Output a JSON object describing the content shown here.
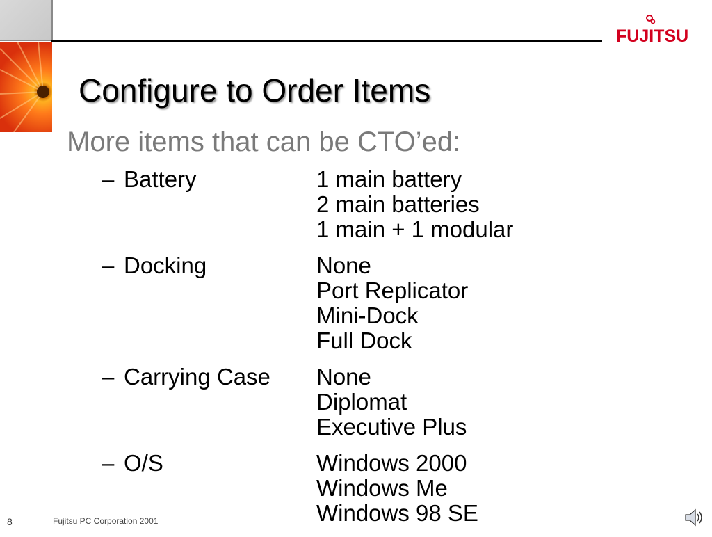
{
  "logo": {
    "text": "FUJITSU",
    "color": "#d2001e"
  },
  "slide": {
    "title": "Configure to Order Items",
    "subtitle": "More items that can be CTO’ed:",
    "items": [
      {
        "label": "Battery",
        "options": [
          "1 main battery",
          "2 main batteries",
          "1 main + 1 modular"
        ]
      },
      {
        "label": "Docking",
        "options": [
          "None",
          "Port Replicator",
          "Mini-Dock",
          "Full Dock"
        ]
      },
      {
        "label": "Carrying Case",
        "options": [
          "None",
          "Diplomat",
          "Executive Plus"
        ]
      },
      {
        "label": "O/S",
        "options": [
          "Windows 2000",
          "Windows Me",
          "Windows 98 SE"
        ]
      }
    ]
  },
  "footer": {
    "page_number": "8",
    "text": "Fujitsu PC Corporation 2001"
  },
  "dash": "–",
  "icons": {
    "sound": "speaker-icon",
    "decoration": "flower-image"
  }
}
